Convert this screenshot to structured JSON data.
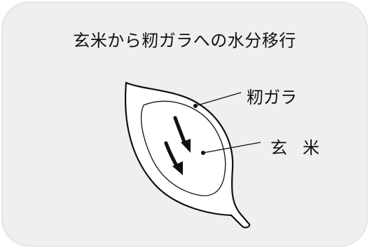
{
  "title": "玄米から籾ガラへの水分移行",
  "labels": {
    "hull": "籾ガラ",
    "brown_rice": "玄米"
  },
  "colors": {
    "background": "#efefef",
    "stroke": "#111111",
    "fill": "#ffffff"
  }
}
